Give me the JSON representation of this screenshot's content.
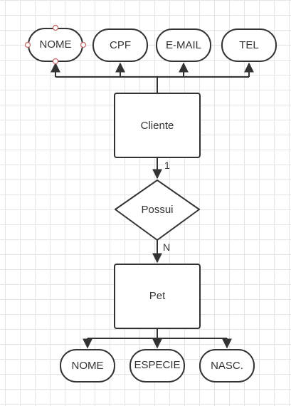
{
  "diagram": {
    "entities": {
      "cliente": "Cliente",
      "pet": "Pet"
    },
    "relationship": {
      "label": "Possui",
      "cardinality_top": "1",
      "cardinality_bottom": "N"
    },
    "cliente_attributes": [
      "NOME",
      "CPF",
      "E-MAIL",
      "TEL"
    ],
    "pet_attributes": [
      "NOME",
      "ESPECIE",
      "NASC."
    ]
  },
  "colors": {
    "stroke": "#333333",
    "selection_handle": "#c86464"
  }
}
